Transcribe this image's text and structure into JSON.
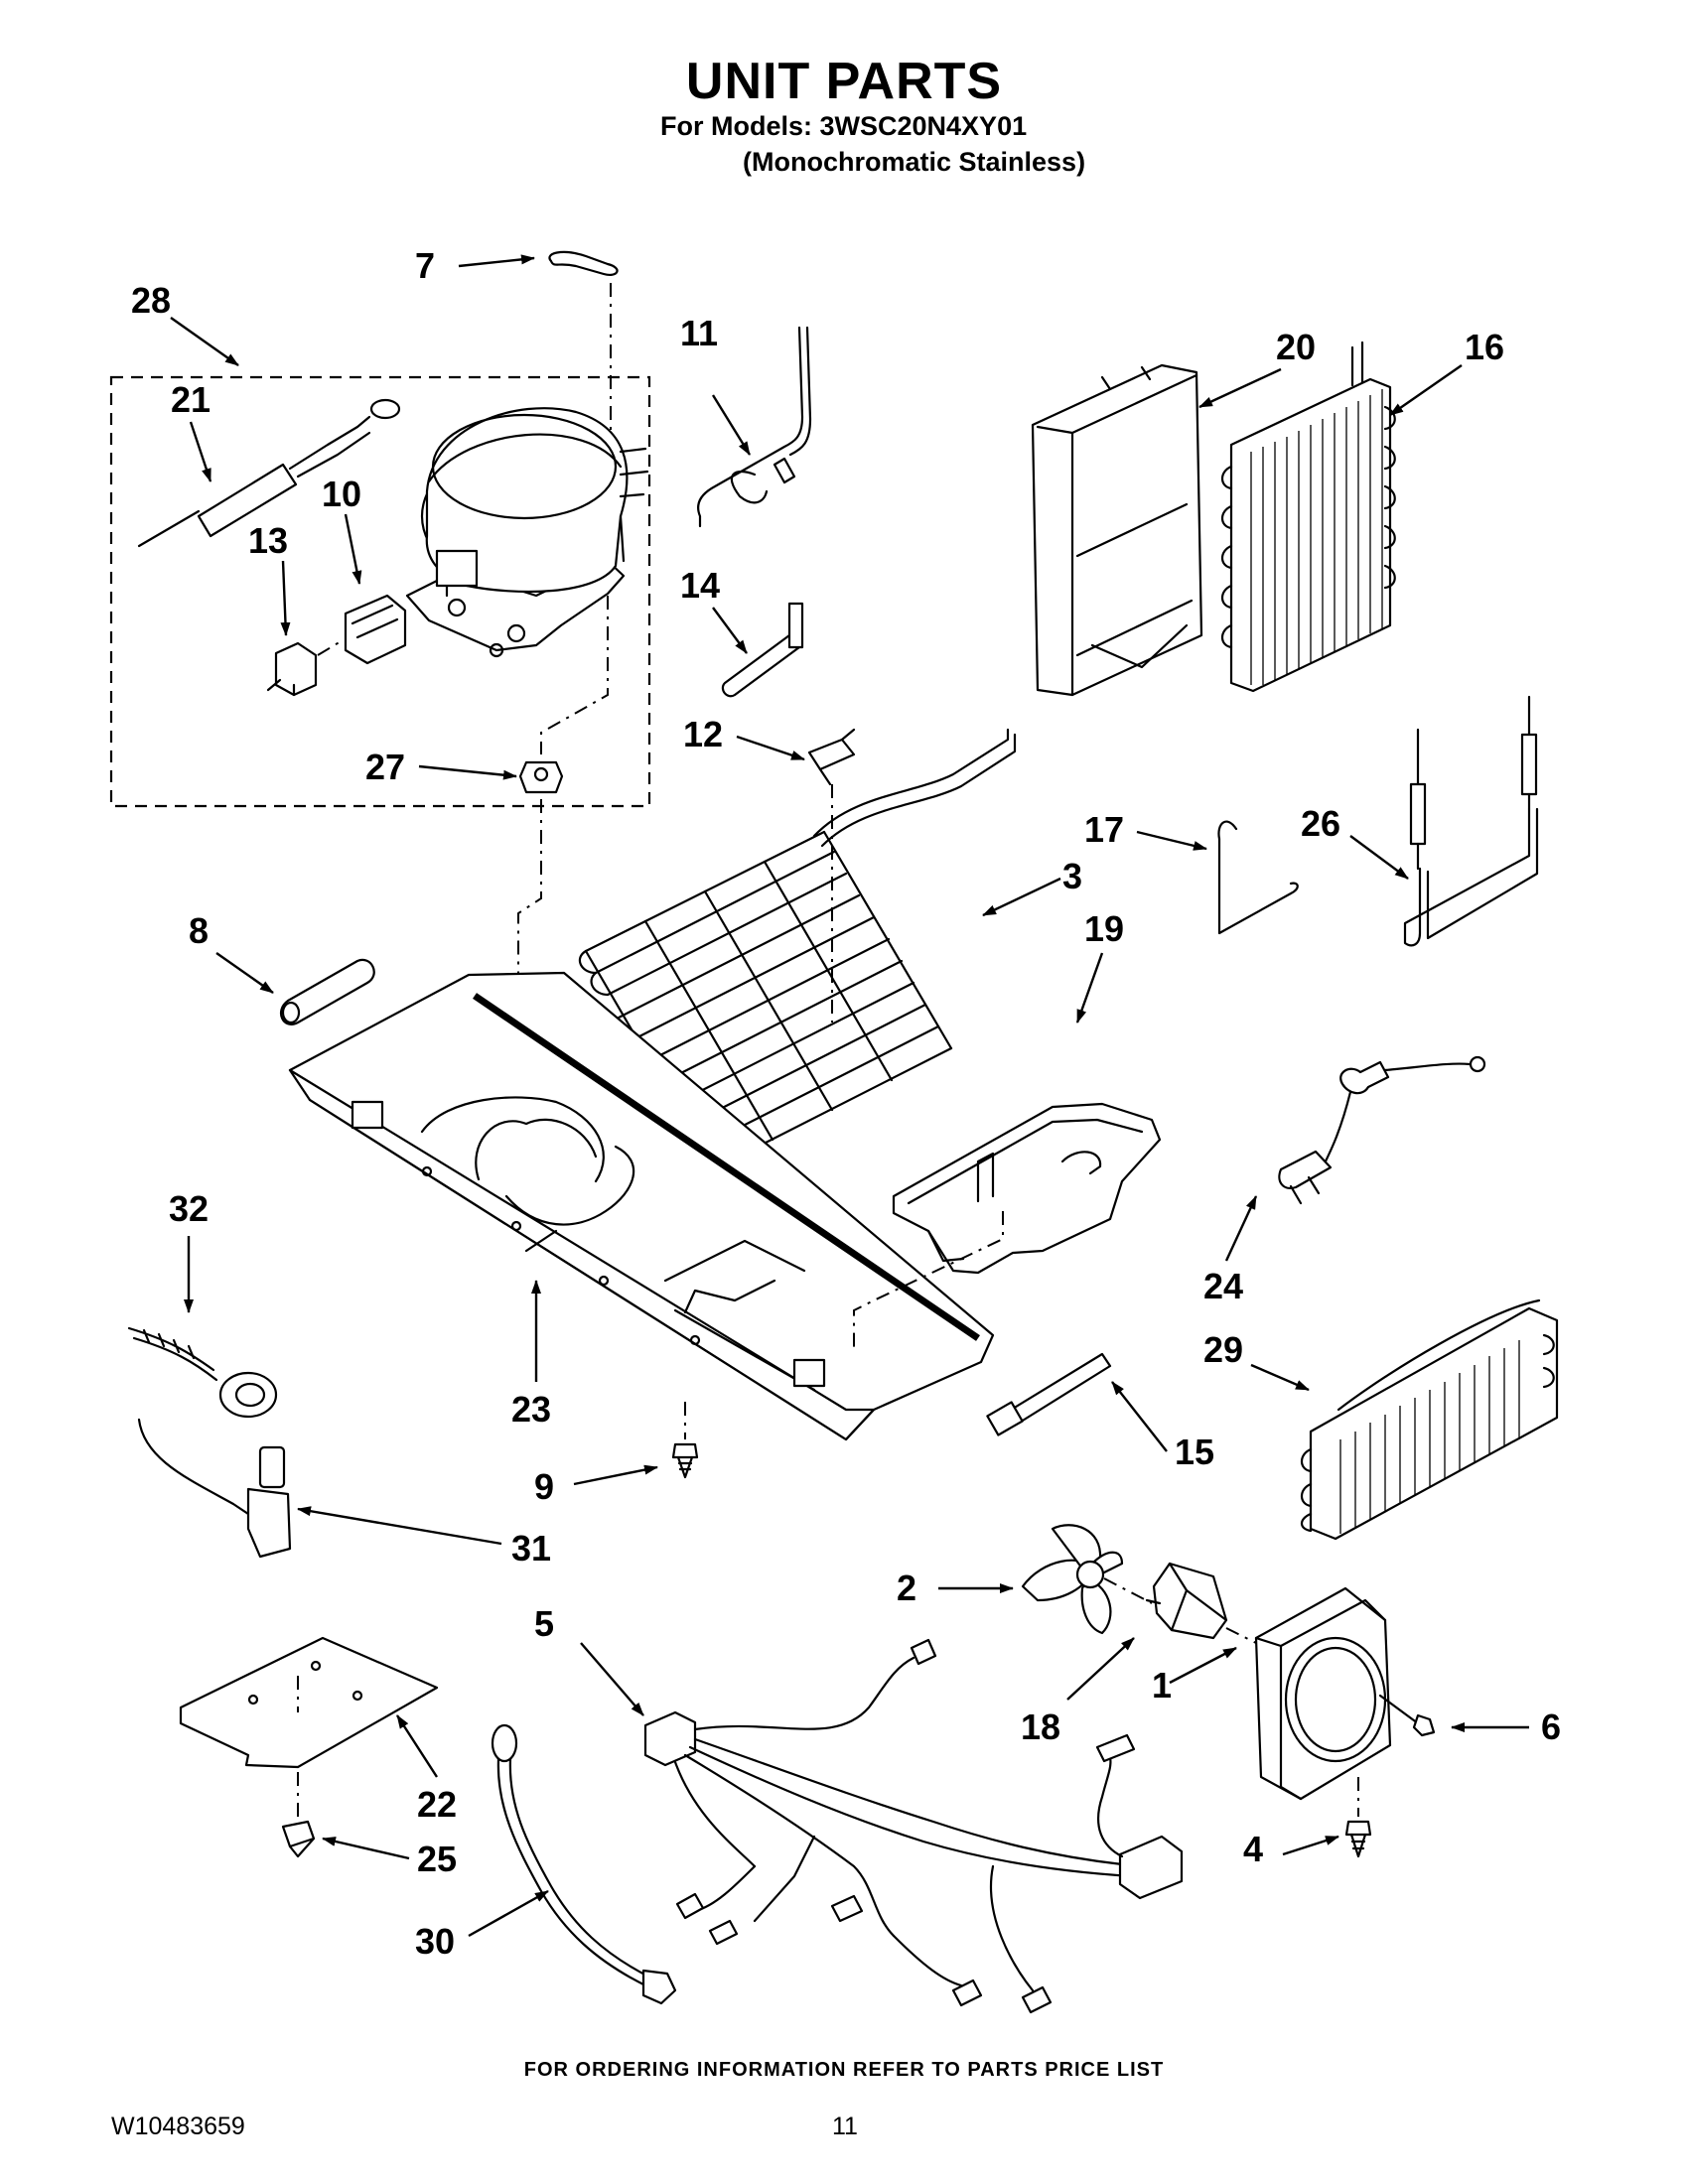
{
  "header": {
    "title": "UNIT PARTS",
    "models_line": "For Models: 3WSC20N4XY01",
    "models_sub": "(Monochromatic Stainless)"
  },
  "footer": {
    "ordering_note": "FOR ORDERING INFORMATION REFER TO PARTS PRICE LIST",
    "document_number": "W10483659",
    "page_number": "11"
  },
  "callouts": {
    "c1": "1",
    "c2": "2",
    "c3": "3",
    "c4": "4",
    "c5": "5",
    "c6": "6",
    "c7": "7",
    "c8": "8",
    "c9": "9",
    "c10": "10",
    "c11": "11",
    "c12": "12",
    "c13": "13",
    "c14": "14",
    "c15": "15",
    "c16": "16",
    "c17": "17",
    "c18": "18",
    "c19": "19",
    "c20": "20",
    "c21": "21",
    "c22": "22",
    "c23": "23",
    "c24": "24",
    "c25": "25",
    "c26": "26",
    "c27": "27",
    "c28": "28",
    "c29": "29",
    "c30": "30",
    "c31": "31",
    "c32": "32"
  }
}
